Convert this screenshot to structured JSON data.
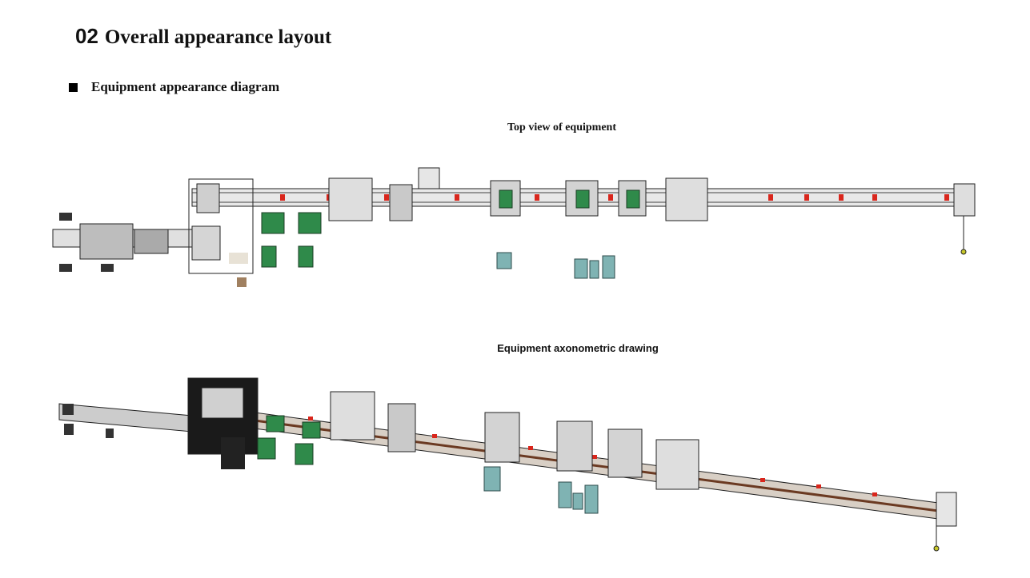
{
  "header": {
    "number": "02",
    "title": "Overall appearance layout"
  },
  "section": {
    "label": "Equipment appearance diagram"
  },
  "top_view": {
    "caption": "Top view of equipment"
  },
  "axonometric": {
    "caption": "Equipment axonometric drawing"
  },
  "colors": {
    "frame": "#333333",
    "accent_red": "#d9261c",
    "accent_green": "#2f8a4a",
    "accent_teal": "#7fb3b3",
    "panel_grey": "#cfcfcf",
    "conveyor_brown": "#6b3a22"
  }
}
